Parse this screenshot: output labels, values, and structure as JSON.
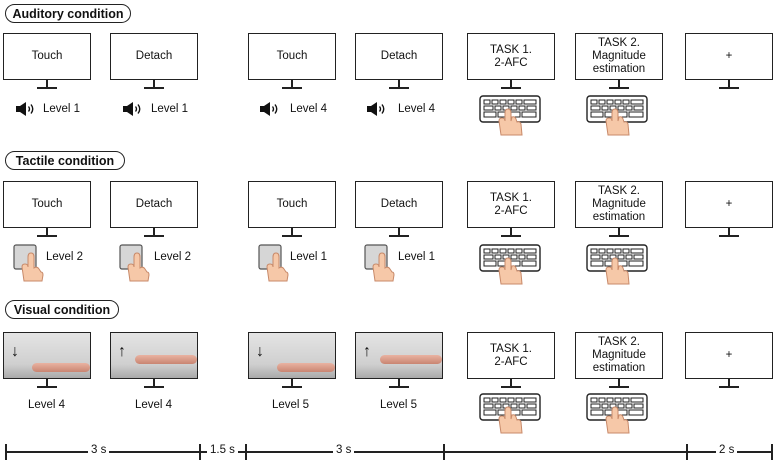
{
  "conditions": {
    "auditory": {
      "title": "Auditory condition",
      "screens": [
        "Touch",
        "Detach",
        "Touch",
        "Detach"
      ],
      "levels": [
        "Level 1",
        "Level 1",
        "Level 4",
        "Level 4"
      ]
    },
    "tactile": {
      "title": "Tactile condition",
      "screens": [
        "Touch",
        "Detach",
        "Touch",
        "Detach"
      ],
      "levels": [
        "Level 2",
        "Level 2",
        "Level 1",
        "Level 1"
      ]
    },
    "visual": {
      "title": "Visual condition",
      "levels": [
        "Level 4",
        "Level 4",
        "Level 5",
        "Level 5"
      ]
    }
  },
  "tasks": {
    "task1_line1": "TASK 1.",
    "task1_line2": "2-AFC",
    "task2_line1": "TASK 2.",
    "task2_line2": "Magnitude",
    "task2_line3": "estimation",
    "fixation": "+"
  },
  "timeline": {
    "segments": [
      "3 s",
      "1.5 s",
      "3 s",
      "2 s"
    ]
  },
  "icons": {
    "speaker": "speaker-icon",
    "keyboard": "keyboard-with-hand-icon",
    "touchpad": "touchpad-with-finger-icon",
    "arrow_down": "↓",
    "arrow_up": "↑"
  }
}
